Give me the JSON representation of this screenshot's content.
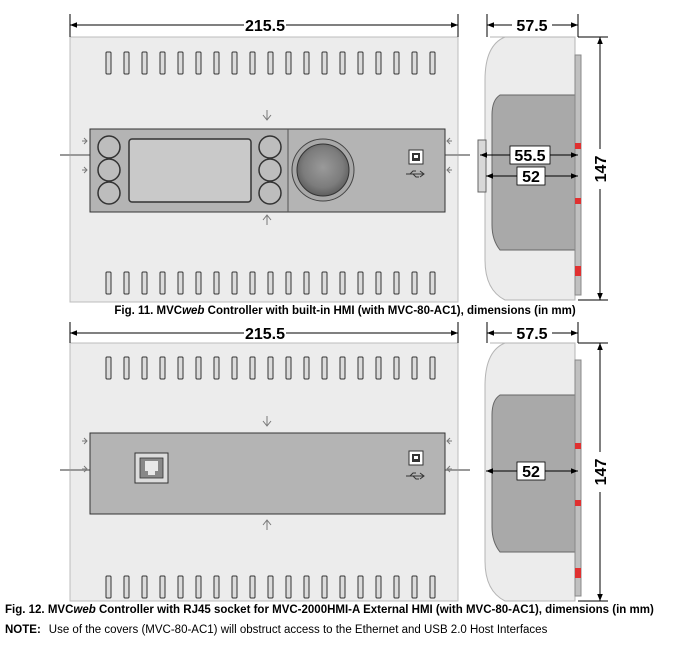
{
  "figure1": {
    "width_label": "215.5",
    "depth_label": "57.5",
    "height_label": "147",
    "inner_label_a": "55.5",
    "inner_label_b": "52",
    "caption_prefix": "Fig. 11. MVC",
    "caption_italic": "web",
    "caption_suffix": " Controller with built-in HMI (with MVC-80-AC1), dimensions (in mm)"
  },
  "figure2": {
    "width_label": "215.5",
    "depth_label": "57.5",
    "height_label": "147",
    "inner_label": "52",
    "caption_prefix": "Fig. 12. MVC",
    "caption_italic": "web",
    "caption_suffix": " Controller with RJ45 socket for MVC-2000HMI-A External HMI (with MVC-80-AC1), dimensions (in mm)"
  },
  "note": {
    "label": "NOTE:",
    "text": "Use of the covers (MVC-80-AC1) will obstruct access to the Ethernet and USB 2.0 Host Interfaces"
  },
  "icons": {
    "usb": "usb-icon",
    "rj45": "rj45-socket-icon"
  },
  "colors": {
    "enclosure": "#ececec",
    "front_module": "#b4b4b4",
    "side_body": "#a9a9a9",
    "accent_red": "#e03030"
  }
}
